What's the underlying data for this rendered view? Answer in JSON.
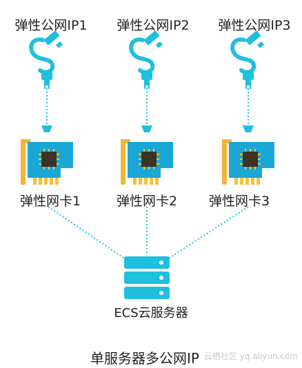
{
  "eips": [
    {
      "label": "弹性公网IP1"
    },
    {
      "label": "弹性公网IP2"
    },
    {
      "label": "弹性公网IP3"
    }
  ],
  "nics": [
    {
      "label": "弹性网卡1"
    },
    {
      "label": "弹性网卡2"
    },
    {
      "label": "弹性网卡3"
    }
  ],
  "server": {
    "label": "ECS云服务器",
    "icon": "server-icon"
  },
  "caption": "单服务器多公网IP",
  "watermark": "云栖社区 yq.aliyun.com",
  "colors": {
    "cyan": "#1ec0de",
    "board": "#1aa7d6",
    "bracket": "#f0b43c",
    "chip": "#3d3224",
    "pins": "#f2c23a"
  }
}
